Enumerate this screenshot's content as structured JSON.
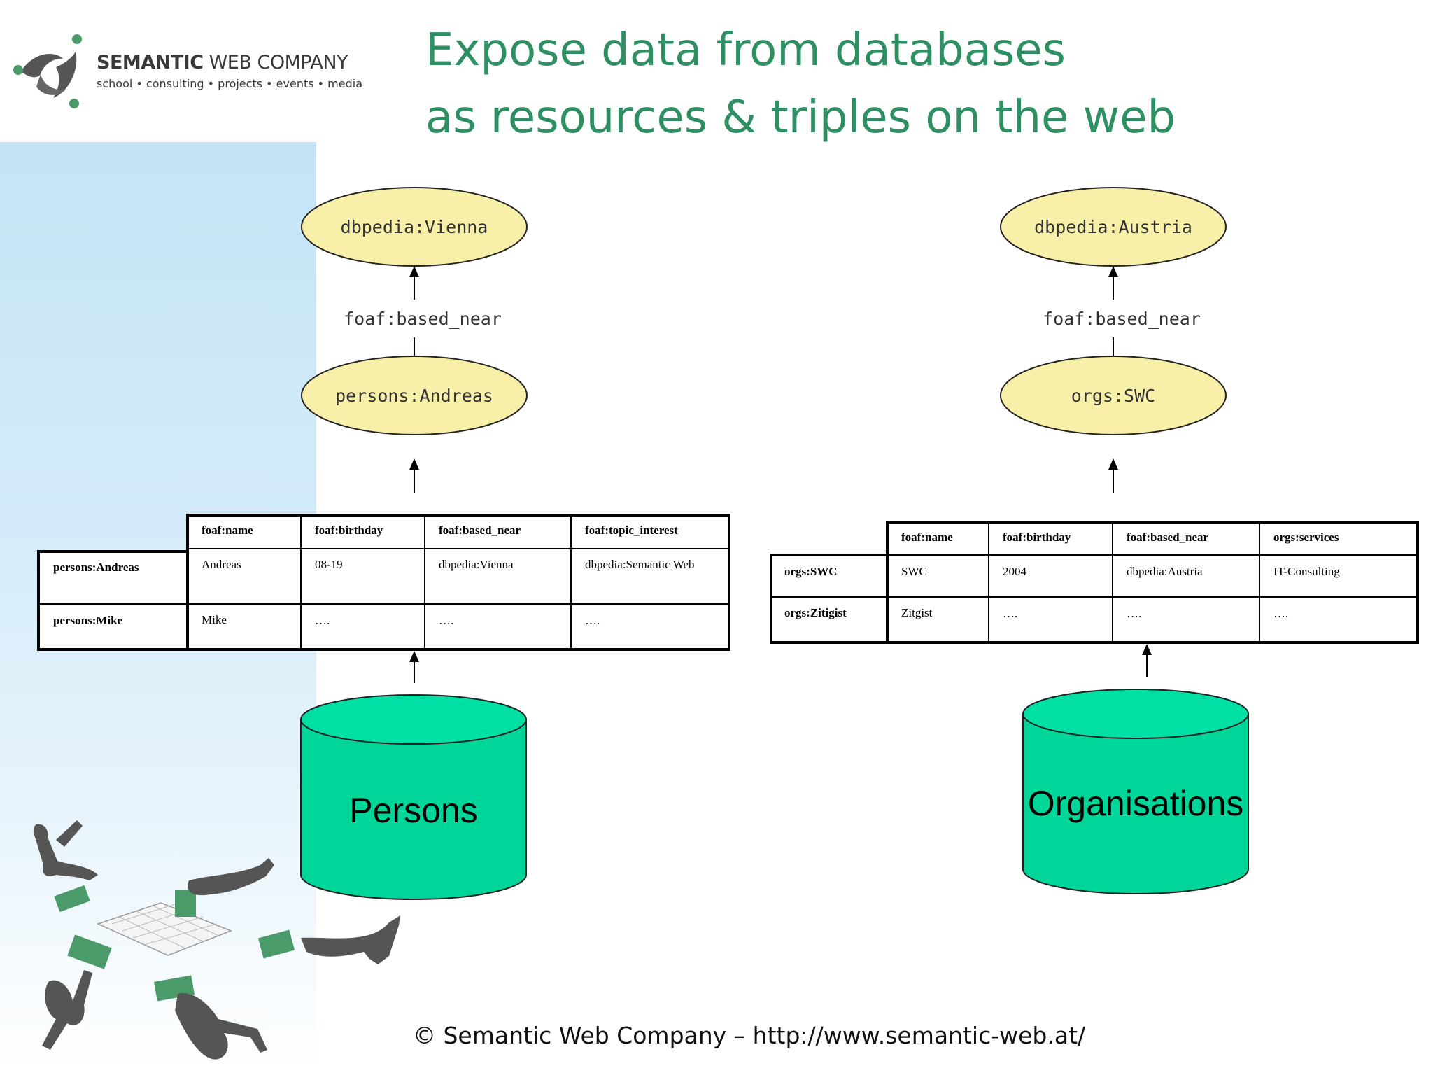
{
  "logo": {
    "name_bold": "SEMANTIC",
    "name_rest": " WEB COMPANY",
    "tagline": "school • consulting • projects • events • media"
  },
  "title": {
    "line1": "Expose data from databases",
    "line2": "as resources & triples on the web"
  },
  "persons_graph": {
    "top_node": "dbpedia:Vienna",
    "property": "foaf:based_near",
    "subject_node": "persons:Andreas"
  },
  "orgs_graph": {
    "top_node": "dbpedia:Austria",
    "property": "foaf:based_near",
    "subject_node": "orgs:SWC"
  },
  "persons_table": {
    "headers": [
      "foaf:name",
      "foaf:birthday",
      "foaf:based_near",
      "foaf:topic_interest"
    ],
    "row_keys": [
      "persons:Andreas",
      "persons:Mike"
    ],
    "rows": [
      [
        "Andreas",
        "08-19",
        "dbpedia:Vienna",
        "dbpedia:Semantic Web"
      ],
      [
        "Mike",
        "….",
        "….",
        "…."
      ]
    ]
  },
  "orgs_table": {
    "headers": [
      "foaf:name",
      "foaf:birthday",
      "foaf:based_near",
      "orgs:services"
    ],
    "row_keys": [
      "orgs:SWC",
      "orgs:Zitigist"
    ],
    "rows": [
      [
        "SWC",
        "2004",
        "dbpedia:Austria",
        "IT-Consulting"
      ],
      [
        "Zitgist",
        "….",
        "….",
        "…."
      ]
    ]
  },
  "databases": {
    "persons": "Persons",
    "organisations": "Organisations"
  },
  "footer": "© Semantic Web Company – http://www.semantic-web.at/",
  "colors": {
    "title": "#2e8f63",
    "node_fill": "#f8efa8",
    "db_fill": "#00d59a",
    "puzzle": "#4a9a6a",
    "figures": "#555555"
  },
  "icons": {
    "logo_mark": "swirl-logo-icon",
    "illustration": "skydivers-puzzle-illustration"
  }
}
